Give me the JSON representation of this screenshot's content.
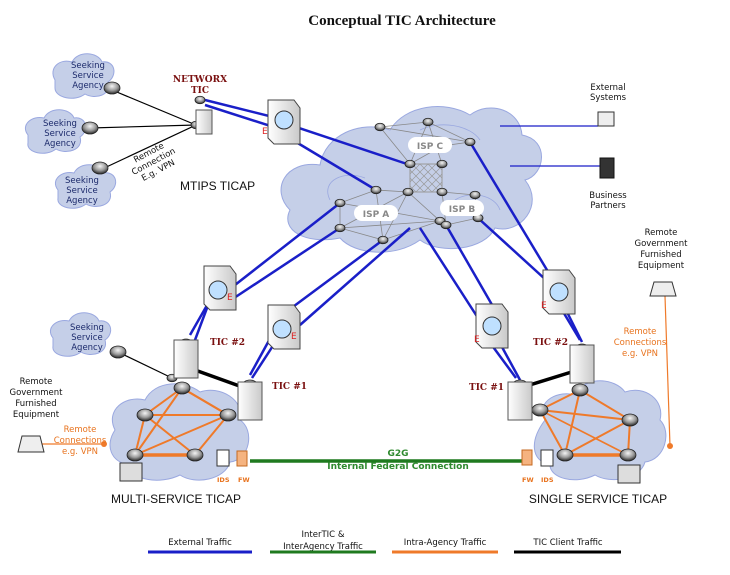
{
  "title": "Conceptual TIC Architecture",
  "colors": {
    "external": "#1a1fc8",
    "intertic": "#1f7a1f",
    "intra": "#ef7a2a",
    "client": "#000000",
    "cloud_fill": "#c5cfe8",
    "cloud_stroke": "#9aa8e0",
    "tic_label": "#7a1010"
  },
  "seeking_agencies": [
    {
      "label": [
        "Seeking",
        "Service",
        "Agency"
      ]
    },
    {
      "label": [
        "Seeking",
        "Service",
        "Agency"
      ]
    },
    {
      "label": [
        "Seeking",
        "Service",
        "Agency"
      ]
    },
    {
      "label": [
        "Seeking",
        "Service",
        "Agency"
      ]
    }
  ],
  "networx_tic": {
    "line1": "NETWORX",
    "line2": "TIC"
  },
  "remote_connection_vpn": [
    "Remote",
    "Connection",
    "E.g. VPN"
  ],
  "mtips_ticap": "MTIPS TICAP",
  "isps": [
    "ISP A",
    "ISP B",
    "ISP C"
  ],
  "external_systems": [
    "External",
    "Systems"
  ],
  "business_partners": [
    "Business",
    "Partners"
  ],
  "remote_gfe_right": [
    "Remote",
    "Government",
    "Furnished",
    "Equipment"
  ],
  "remote_gfe_left": [
    "Remote",
    "Government",
    "Furnished",
    "Equipment"
  ],
  "remote_connections_left": [
    "Remote",
    "Connections",
    "e.g. VPN"
  ],
  "remote_connections_right": [
    "Remote",
    "Connections",
    "e.g. VPN"
  ],
  "tic_labels": {
    "tic1": "TIC #1",
    "tic2": "TIC #2"
  },
  "einstein_label": "E",
  "ids_label": "IDS",
  "fw_label": "FW",
  "g2g": {
    "line1": "G2G",
    "line2": "Internal Federal Connection"
  },
  "multi_service_ticap": "MULTI-SERVICE TICAP",
  "single_service_ticap": "SINGLE SERVICE TICAP",
  "legend": [
    {
      "label": [
        "External Traffic"
      ],
      "color": "#1a1fc8"
    },
    {
      "label": [
        "InterTIC &",
        "InterAgency Traffic"
      ],
      "color": "#1f7a1f"
    },
    {
      "label": [
        "Intra-Agency Traffic"
      ],
      "color": "#ef7a2a"
    },
    {
      "label": [
        "TIC Client Traffic"
      ],
      "color": "#000000"
    }
  ]
}
